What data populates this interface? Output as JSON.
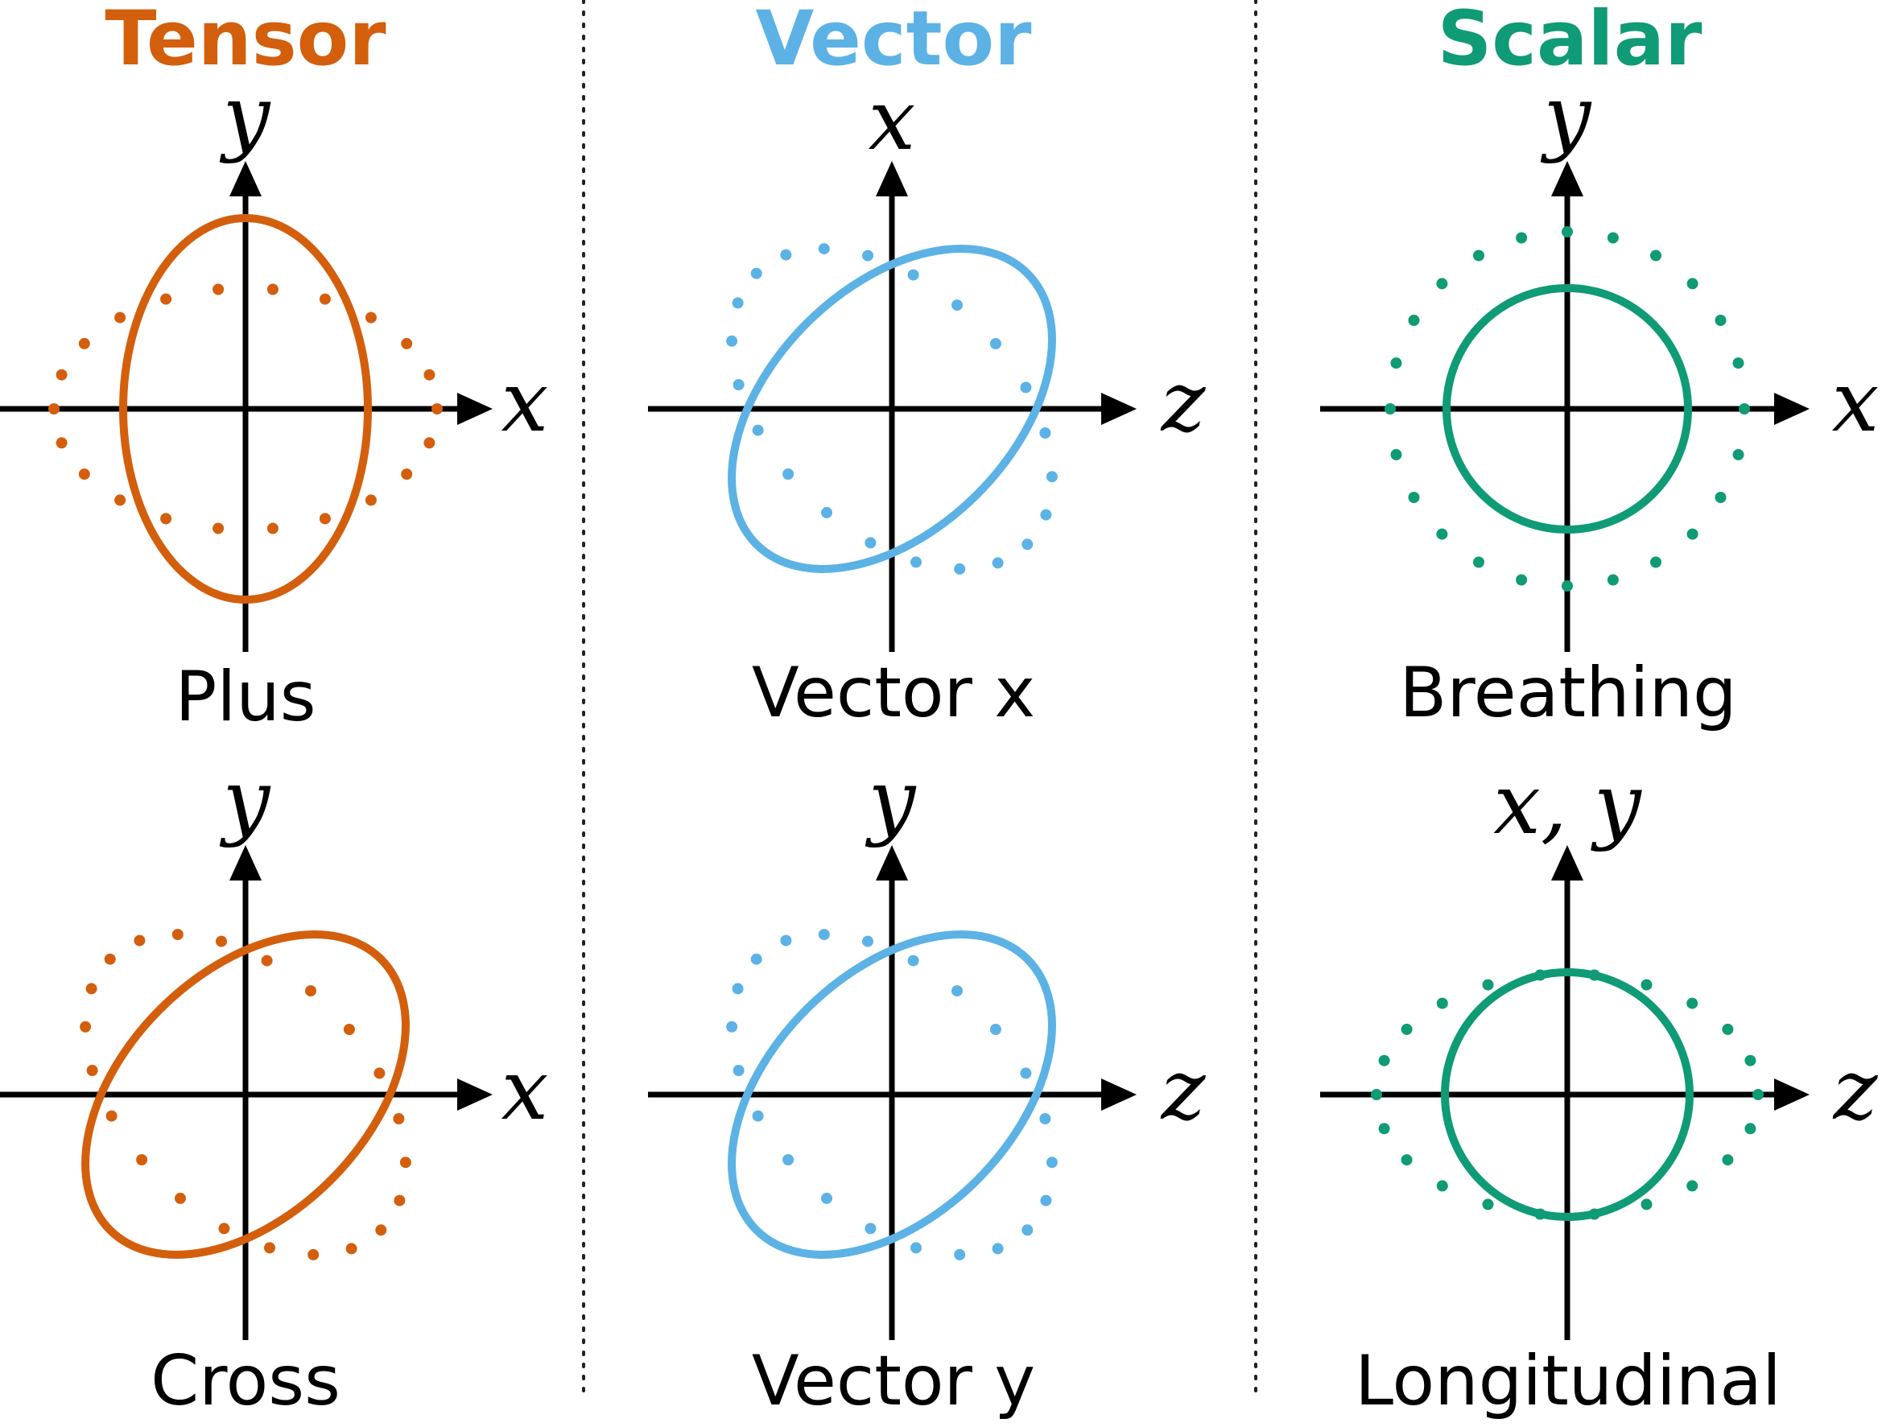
{
  "colors": {
    "tensor": "#d35f0d",
    "vector": "#5cb2e5",
    "scalar": "#0f9b75",
    "axis": "#000000"
  },
  "columns": [
    {
      "title": "Tensor",
      "color_key": "tensor",
      "panels": [
        {
          "label": "Plus",
          "y_axis": "y",
          "x_axis": "x",
          "shape": "ellipse-vertical"
        },
        {
          "label": "Cross",
          "y_axis": "y",
          "x_axis": "x",
          "shape": "ellipse-tilted"
        }
      ]
    },
    {
      "title": "Vector",
      "color_key": "vector",
      "panels": [
        {
          "label": "Vector x",
          "y_axis": "x",
          "x_axis": "z",
          "shape": "ellipse-tilted"
        },
        {
          "label": "Vector y",
          "y_axis": "y",
          "x_axis": "z",
          "shape": "ellipse-tilted"
        }
      ]
    },
    {
      "title": "Scalar",
      "color_key": "scalar",
      "panels": [
        {
          "label": "Breathing",
          "y_axis": "y",
          "x_axis": "x",
          "shape": "circle-small"
        },
        {
          "label": "Longitudinal",
          "y_axis": "x, y",
          "x_axis": "z",
          "shape": "circle-with-ellipse"
        }
      ]
    }
  ]
}
